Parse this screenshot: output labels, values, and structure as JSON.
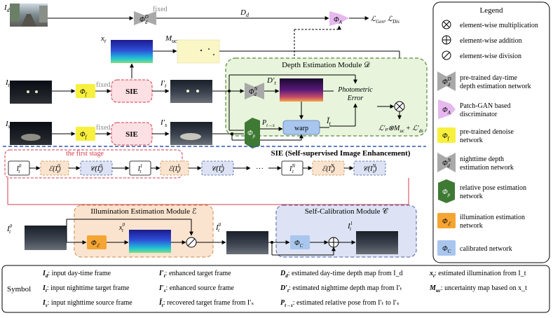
{
  "top": {
    "Id_label": "I",
    "Id_sub": "d",
    "Dd_label": "D",
    "Dd_sub": "d",
    "fixed": "fixed",
    "phi_d0": "Φ",
    "phi_d0_sup": "D",
    "phi_d0_sub": "d",
    "phiA": "Φ",
    "phiA_sub": "A",
    "loss_gen": "ℒ",
    "loss_gen_sub": "Gen",
    "loss_dis": "ℒ",
    "loss_dis_sub": "Dis",
    "xt": "x",
    "xt_sub": "t",
    "Muc": "M",
    "Muc_sub": "uc",
    "It": "I",
    "It_sub": "t",
    "Is": "I",
    "Is_sub": "s",
    "phi_f": "Φ",
    "phi_f_sub": "f",
    "sie": "SIE",
    "It_prime": "I′",
    "It_prime_sub": "t",
    "Is_prime": "I′",
    "Is_prime_sub": "s",
    "dem_title": "Depth Estimation Module 𝒟",
    "phi_dN": "Φ",
    "phi_dN_sup": "N",
    "phi_dN_sub": "d",
    "Dt_prime": "D′",
    "Dt_prime_sub": "t",
    "photometric": "Photometric",
    "error": "Error",
    "phi_p": "Φ",
    "phi_p_sub": "p",
    "P_label": "P",
    "P_sub": "t→s",
    "warp": "warp",
    "It_tilde": "Ĩ",
    "It_tilde_sub": "t",
    "loss_total": "ℒ′ₚ⊗M",
    "loss_total_sub": "uc",
    "loss_total_rest": "+ ℒ′",
    "loss_total_rest_sub": "ds"
  },
  "sie_section": {
    "first_stage": "the first stage",
    "title": "SIE (Self-supervised Image Enhancement)",
    "chain": [
      {
        "id": "i0",
        "text": "I",
        "sup": "0",
        "sub": "t",
        "kind": "plain"
      },
      {
        "id": "e0",
        "text": "ℰ(I",
        "sup": "0",
        "sub": "t",
        "close": ")",
        "kind": "orange"
      },
      {
        "id": "c0",
        "text": "𝒞(I",
        "sup": "0",
        "sub": "t",
        "close": ")",
        "kind": "blue"
      },
      {
        "id": "i1",
        "text": "I",
        "sup": "1",
        "sub": "t",
        "kind": "plain"
      },
      {
        "id": "e1",
        "text": "ℰ(I",
        "sup": "1",
        "sub": "t",
        "close": ")",
        "kind": "orange"
      },
      {
        "id": "c1",
        "text": "𝒞(I",
        "sup": "1",
        "sub": "t",
        "close": ")",
        "kind": "blue"
      },
      {
        "id": "dots",
        "text": "···",
        "kind": "dots"
      },
      {
        "id": "iN",
        "text": "I",
        "sup": "N",
        "sub": "t",
        "kind": "plain"
      },
      {
        "id": "eN",
        "text": "ℰ(I",
        "sup": "N",
        "sub": "t",
        "close": ")",
        "kind": "orange"
      },
      {
        "id": "cN",
        "text": "𝒞(I",
        "sup": "N",
        "sub": "t",
        "close": ")",
        "kind": "blue"
      }
    ],
    "iem_title": "Illumination Estimation Module ℰ",
    "scm_title": "Self-Calibration Module 𝒞",
    "It0": "I",
    "It0_sup": "0",
    "It0_sub": "t",
    "phiE": "Φ",
    "phiE_sub": "ℰ",
    "xt0": "x",
    "xt0_sup": "0",
    "xt0_sub": "t",
    "It0b": "I",
    "It0b_sup": "0",
    "It0b_sub": "t",
    "phiC": "Φ",
    "phiC_sub": "C",
    "It1": "I",
    "It1_sup": "1",
    "It1_sub": "t"
  },
  "legend": {
    "title": "Legend",
    "items": [
      {
        "text": "element-wise multiplication"
      },
      {
        "text": "element-wise addition"
      },
      {
        "text": "element-wise division"
      },
      {
        "text": "pre-trained day-time depth estimation network"
      },
      {
        "text": "Patch-GAN based discriminator"
      },
      {
        "text": "pre-trained denoise network"
      },
      {
        "text": "nighttime depth estimation network"
      },
      {
        "text": "relative pose estimation network"
      },
      {
        "text": "illumination estimation network"
      },
      {
        "text": "calibrated network"
      }
    ],
    "sym_phi": "Φ",
    "subs": [
      "",
      "",
      "",
      "d",
      "A",
      "f",
      "d",
      "p",
      "ℰ",
      "C"
    ],
    "sups": [
      "",
      "",
      "",
      "D",
      "",
      "",
      "N",
      "",
      "",
      ""
    ]
  },
  "symbols": {
    "label": "Symbol",
    "col1": [
      {
        "sym": "I",
        "sub": "d",
        "text": ": input day-time frame"
      },
      {
        "sym": "I",
        "sub": "t",
        "text": ": input nighttime target frame"
      },
      {
        "sym": "I",
        "sub": "s",
        "text": ": input nighttime source frame"
      }
    ],
    "col2": [
      {
        "sym": "I′",
        "sub": "t",
        "text": ": enhanced target frame"
      },
      {
        "sym": "I′",
        "sub": "s",
        "text": ": enhanced source frame"
      },
      {
        "sym": "Ĩ",
        "sub": "t",
        "text": ": recovered target frame from I′ₛ"
      }
    ],
    "col3": [
      {
        "sym": "D",
        "sub": "d",
        "text": ": estimated day-time depth map from I_d"
      },
      {
        "sym": "D′",
        "sub": "t",
        "text": ": estimated nighttime depth map from I′ₜ"
      },
      {
        "sym": "P",
        "sub": "t→s",
        "text": ": estimated relative pose from I′ₜ to I′ₛ"
      }
    ],
    "col4": [
      {
        "sym": "x",
        "sub": "t",
        "text": ": estimated illumination from I_t"
      },
      {
        "sym": "M",
        "sub": "uc",
        "text": ": uncertainty map based on x_t"
      }
    ]
  },
  "colors": {
    "dem_fill": "#e8f5dc",
    "dem_stroke": "#5a8a3a",
    "iem_fill": "#fbe4cf",
    "iem_stroke": "#c98a4a",
    "scm_fill": "#dde3f4",
    "scm_stroke": "#4a5fa0",
    "sie_fill": "#fde0e3",
    "sie_stroke": "#d63b4e",
    "phi_gray": "#a9a9a9",
    "phi_pink": "#e6b8ee",
    "phi_yellow": "#f8f03e",
    "phi_green": "#3f7a35",
    "phi_orange": "#f5a533",
    "phi_blue": "#a9c6ee",
    "divider": "#2f57a8"
  }
}
